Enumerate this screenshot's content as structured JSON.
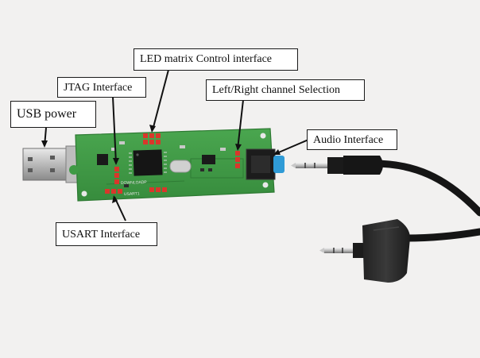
{
  "callouts": {
    "usb_power": "USB power",
    "jtag": "JTAG Interface",
    "led_matrix": "LED matrix Control interface",
    "lr_channel": "Left/Right channel Selection",
    "audio": "Audio Interface",
    "usart": "USART Interface"
  },
  "board_silkscreen": {
    "download": "DOWNLOADP",
    "usart": "USART1"
  },
  "colors": {
    "pcb": "#3f9a45",
    "background": "#f2f1f0",
    "header_red": "#d9372b",
    "cable": "#151515",
    "audio_jack_blue": "#2f9bd6"
  }
}
